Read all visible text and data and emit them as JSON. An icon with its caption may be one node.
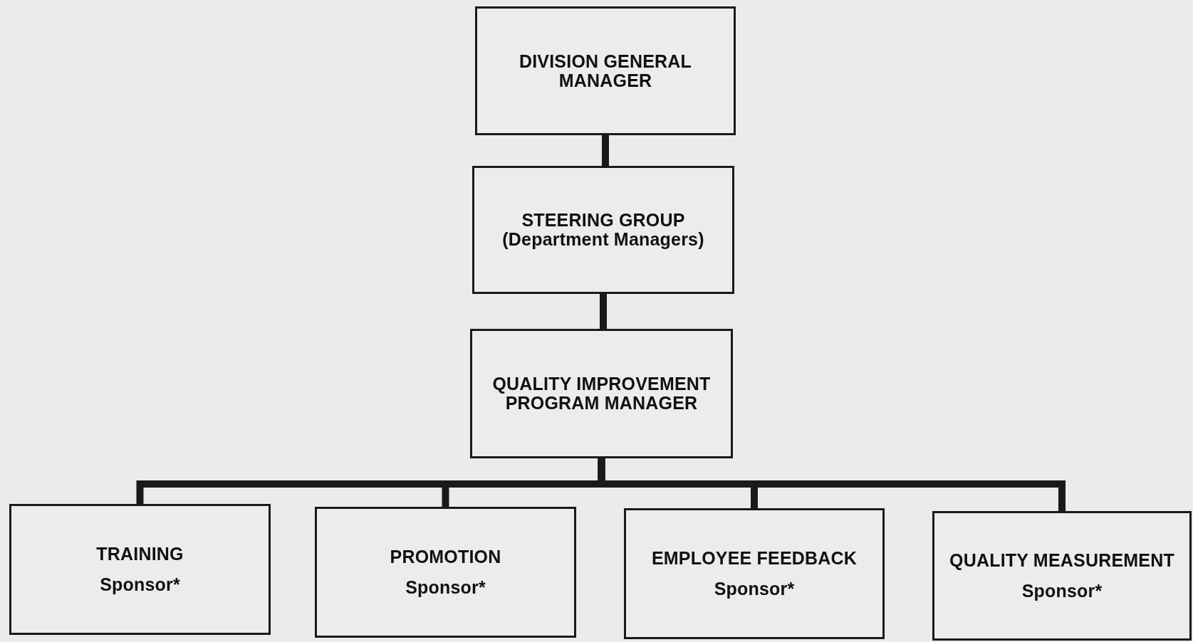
{
  "diagram": {
    "nodes": [
      {
        "text": [
          "DIVISION GENERAL MANAGER"
        ]
      },
      {
        "text": [
          "STEERING GROUP (Department Managers)"
        ]
      },
      {
        "text": [
          "QUALITY IMPROVEMENT PROGRAM MANAGER"
        ]
      },
      {
        "text": [
          "TRAINING",
          "Sponsor*"
        ]
      },
      {
        "text": [
          "PROMOTION",
          "Sponsor*"
        ]
      },
      {
        "text": [
          "EMPLOYEE FEEDBACK",
          "Sponsor*"
        ]
      },
      {
        "text": [
          "QUALITY MEASUREMENT",
          "Sponsor*"
        ]
      }
    ],
    "edges": [
      {
        "from": 0,
        "to": 1,
        "arrow": "none"
      },
      {
        "from": 1,
        "to": 2,
        "arrow": "none"
      },
      {
        "from": 2,
        "to": 3,
        "arrow": "none"
      },
      {
        "from": 2,
        "to": 4,
        "arrow": "none"
      },
      {
        "from": 2,
        "to": 5,
        "arrow": "none"
      },
      {
        "from": 2,
        "to": 6,
        "arrow": "none"
      }
    ]
  }
}
